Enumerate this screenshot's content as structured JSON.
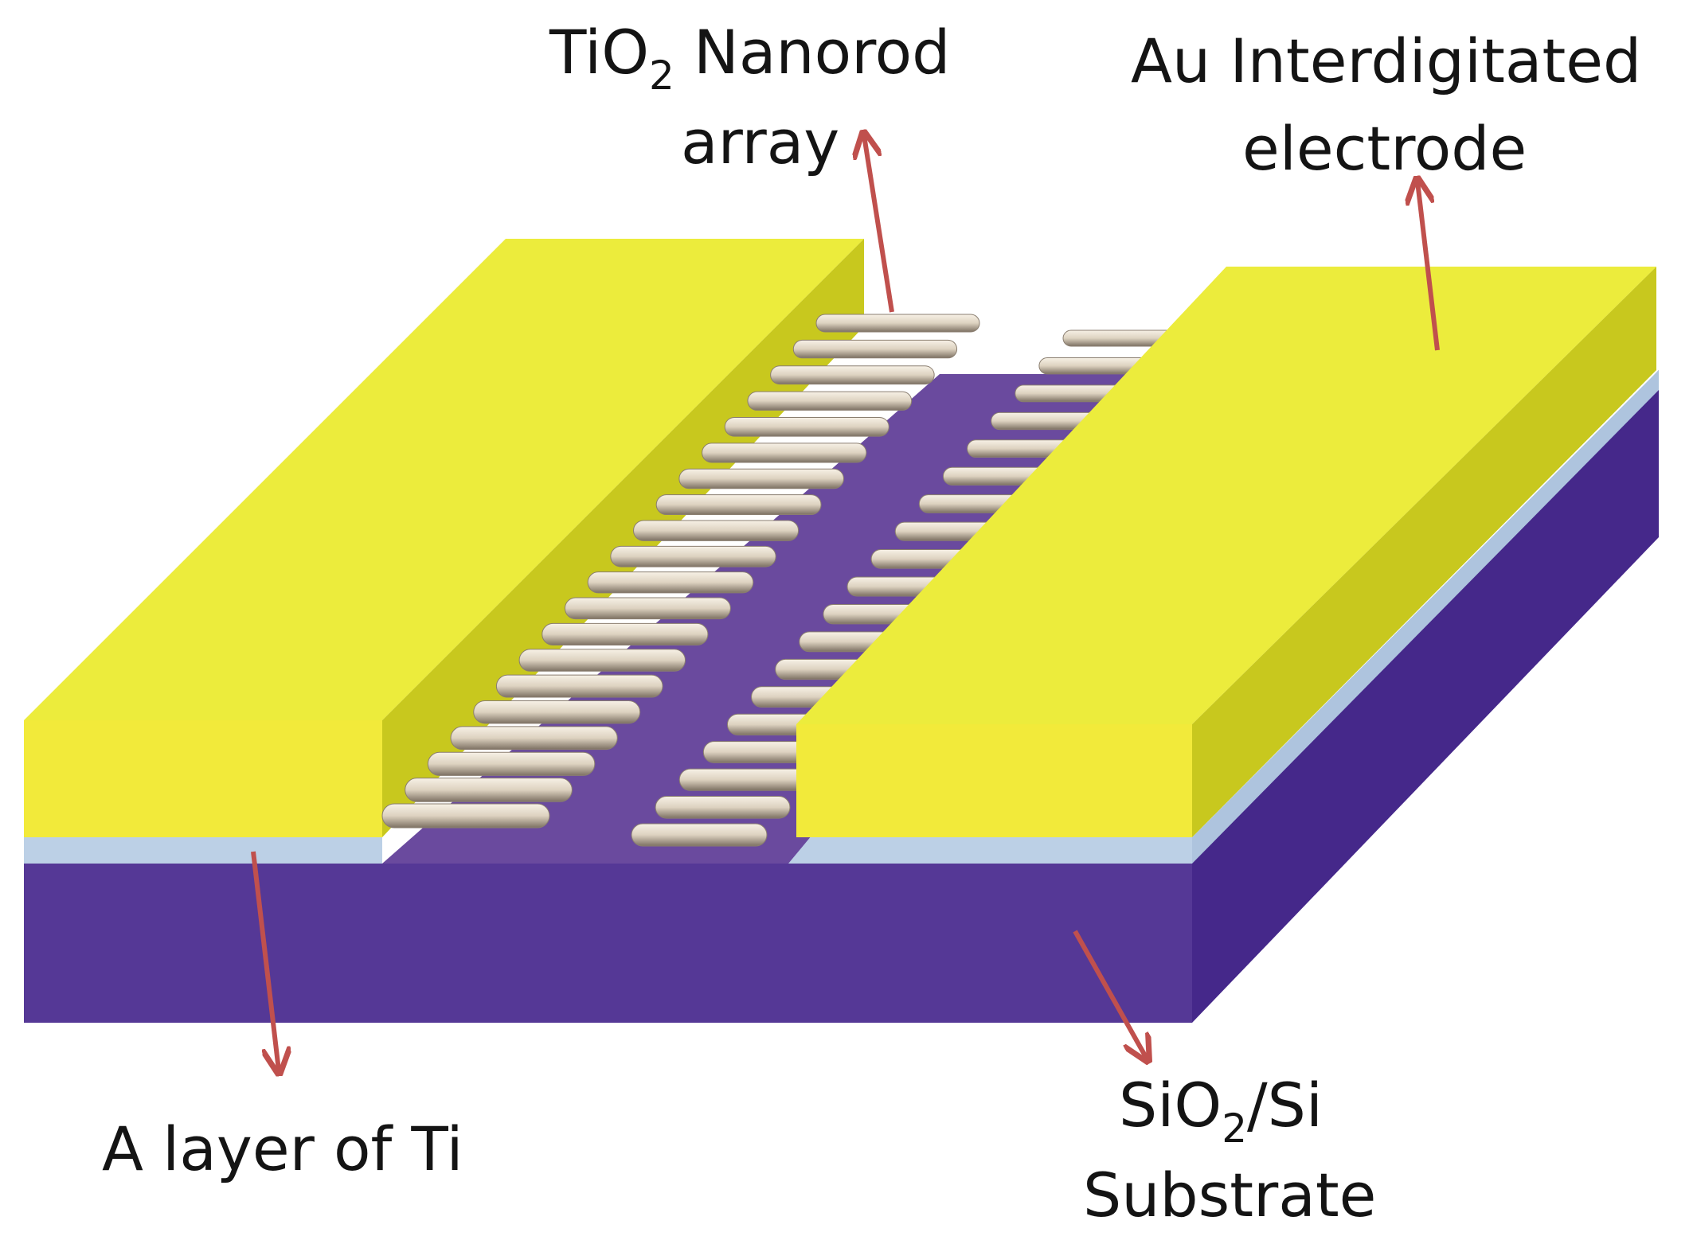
{
  "labels": {
    "tio2_main": "TiO",
    "tio2_sub": "2",
    "tio2_rest": " Nanorod",
    "tio2_line2": "array",
    "au_line1": "Au Interdigitated",
    "au_line2": "electrode",
    "ti_layer": "A layer of Ti",
    "substrate_main": "SiO",
    "substrate_sub": "2",
    "substrate_rest": "/Si",
    "substrate_line2": "Substrate"
  },
  "colors": {
    "electrode_top": "#ecec3c",
    "electrode_front": "#f2ea3a",
    "electrode_side": "#c8c81e",
    "ti_layer": "#bcd0e6",
    "substrate_front": "#553896",
    "substrate_side": "#45288a",
    "channel": "#6a4a9e",
    "nanorod": "#e6dccb",
    "nanorod_shadow": "#8a7e70",
    "arrow": "#c0504d",
    "text": "#141414"
  }
}
